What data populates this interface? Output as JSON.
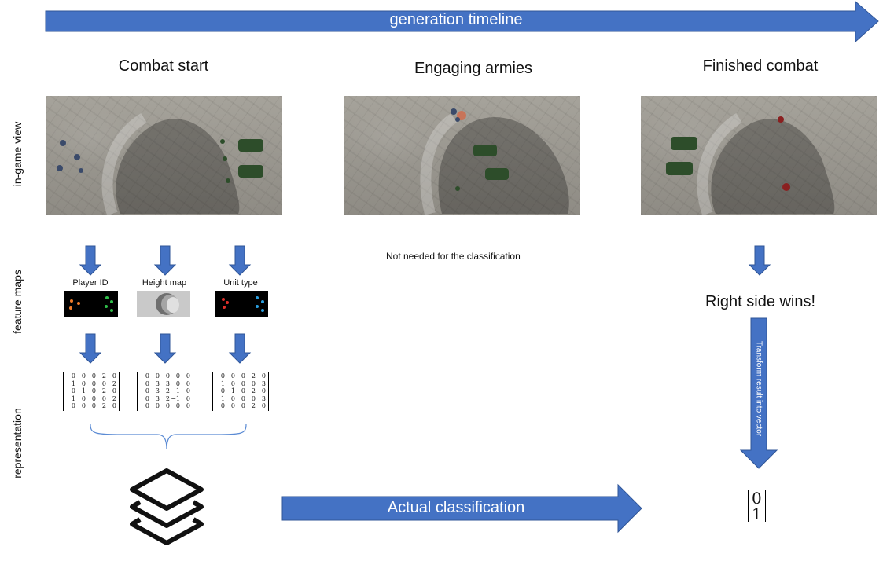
{
  "timeline": {
    "label": "generation timeline"
  },
  "columns": [
    {
      "title": "Combat start"
    },
    {
      "title": "Engaging armies"
    },
    {
      "title": "Finished combat"
    }
  ],
  "rows": {
    "in_game_view": "in-game view",
    "feature_maps": "feature maps",
    "representation": "representation"
  },
  "feature_maps": [
    {
      "label": "Player ID"
    },
    {
      "label": "Height map"
    },
    {
      "label": "Unit type"
    }
  ],
  "matrices": [
    {
      "name": "player-id-matrix",
      "rows": [
        [
          "0",
          "0",
          "0",
          "2",
          "0"
        ],
        [
          "1",
          "0",
          "0",
          "0",
          "2"
        ],
        [
          "0",
          "1",
          "0",
          "2",
          "0"
        ],
        [
          "1",
          "0",
          "0",
          "0",
          "2"
        ],
        [
          "0",
          "0",
          "0",
          "2",
          "0"
        ]
      ]
    },
    {
      "name": "height-map-matrix",
      "rows": [
        [
          "0",
          "0",
          "0",
          "0",
          "0"
        ],
        [
          "0",
          "3",
          "3",
          "0",
          "0"
        ],
        [
          "0",
          "3",
          "2",
          "−1",
          "0"
        ],
        [
          "0",
          "3",
          "2",
          "−1",
          "0"
        ],
        [
          "0",
          "0",
          "0",
          "0",
          "0"
        ]
      ]
    },
    {
      "name": "unit-type-matrix",
      "rows": [
        [
          "0",
          "0",
          "0",
          "2",
          "0"
        ],
        [
          "1",
          "0",
          "0",
          "0",
          "3"
        ],
        [
          "0",
          "1",
          "0",
          "2",
          "0"
        ],
        [
          "1",
          "0",
          "0",
          "0",
          "3"
        ],
        [
          "0",
          "0",
          "0",
          "2",
          "0"
        ]
      ]
    }
  ],
  "engaging_note": "Not needed for the classification",
  "result": {
    "text": "Right side wins!",
    "transform_label": "Transform result into vector",
    "vector": [
      "0",
      "1"
    ]
  },
  "classification": {
    "label": "Actual classification"
  },
  "colors": {
    "arrow_blue": "#4472c4",
    "player_orange": "#f07c2a",
    "player_green": "#2fbf4a",
    "unit_red": "#e0302a",
    "unit_blue": "#2aa0e0"
  },
  "icons": {
    "stack": "layers-stack-icon"
  }
}
